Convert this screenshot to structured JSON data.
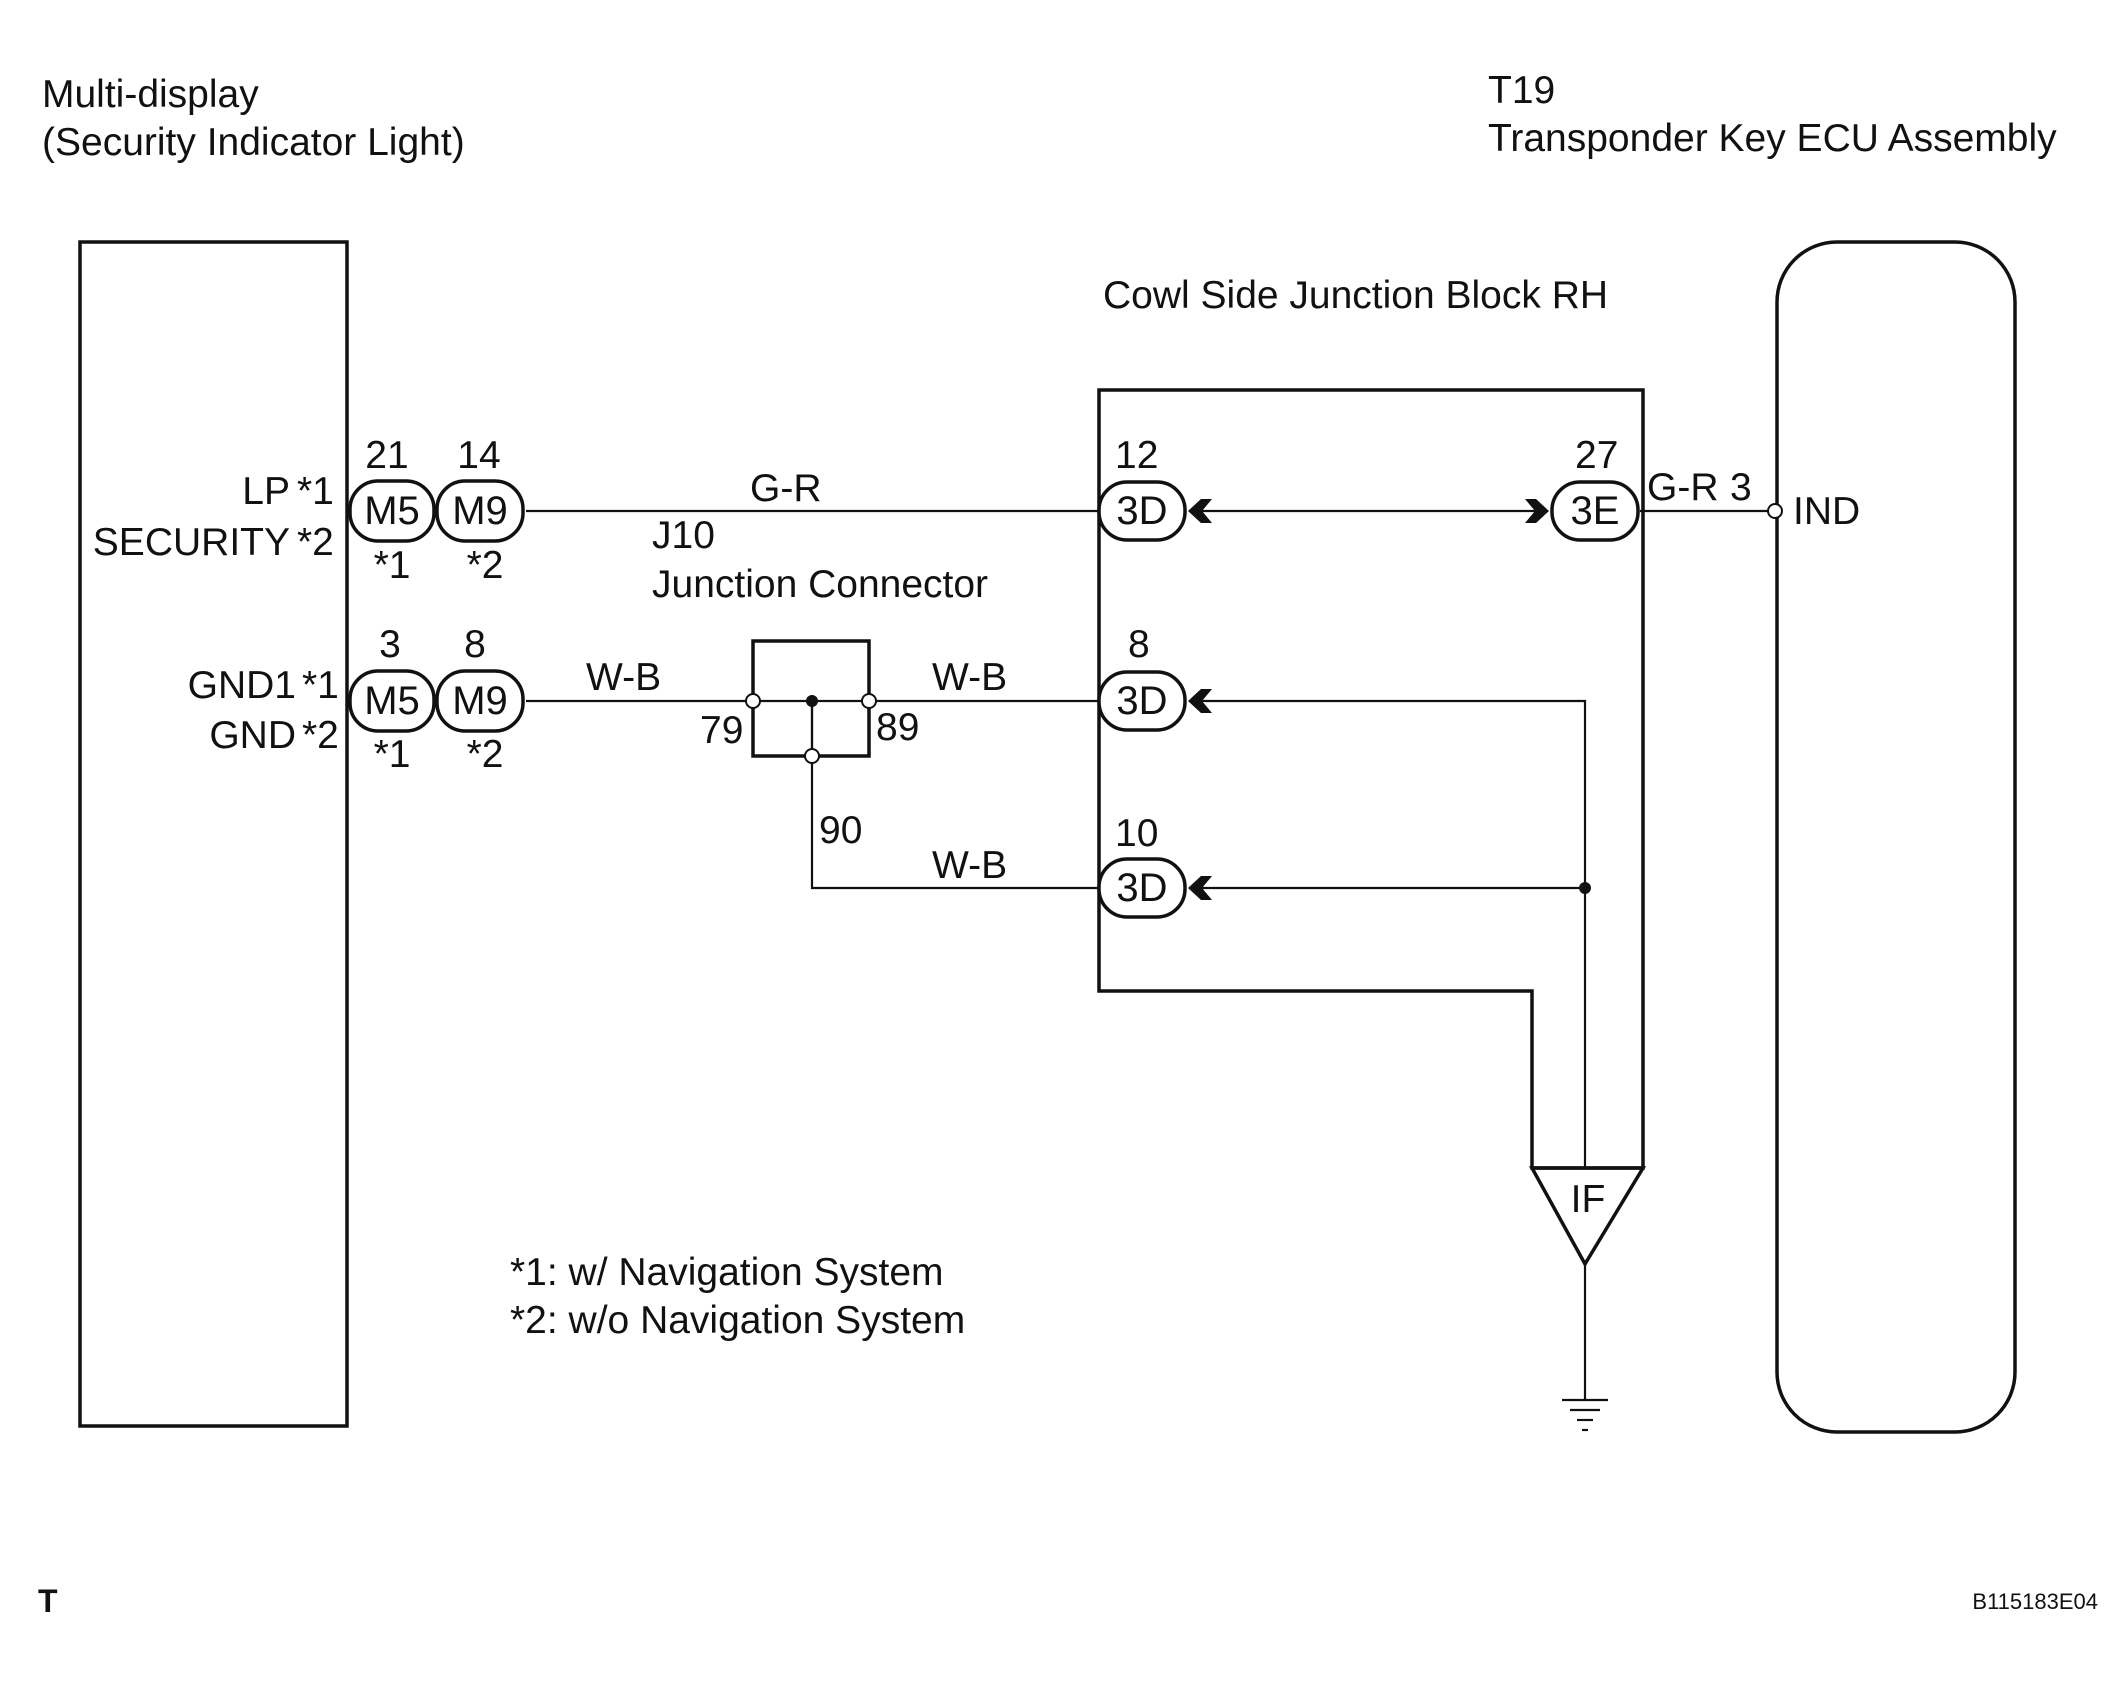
{
  "components": {
    "multi_display": {
      "line1": "Multi-display",
      "line2": "(Security Indicator Light)"
    },
    "ecu": {
      "line1": "T19",
      "line2": "Transponder Key ECU Assembly"
    },
    "junction_block": "Cowl Side Junction Block RH",
    "junction_connector": {
      "line1": "J10",
      "line2": "Junction Connector"
    }
  },
  "left_terminals": {
    "upper": {
      "name1": "LP",
      "mark1": "*1",
      "name2": "SECURITY",
      "mark2": "*2"
    },
    "lower": {
      "name1": "GND1",
      "mark1": "*1",
      "name2": "GND",
      "mark2": "*2"
    }
  },
  "left_connectors": {
    "upper": {
      "a": {
        "pin": "21",
        "label": "M5",
        "note": "*1"
      },
      "b": {
        "pin": "14",
        "label": "M9",
        "note": "*2"
      }
    },
    "lower": {
      "a": {
        "pin": "3",
        "label": "M5",
        "note": "*1"
      },
      "b": {
        "pin": "8",
        "label": "M9",
        "note": "*2"
      }
    }
  },
  "wires": {
    "gr_main": "G-R",
    "gr_ecu": "G-R",
    "wb_left": "W-B",
    "wb_right": "W-B",
    "wb_lower": "W-B"
  },
  "junction_pins": {
    "left": "79",
    "right": "89",
    "bottom": "90"
  },
  "block_connectors": {
    "c1": {
      "pin": "12",
      "label": "3D"
    },
    "c2": {
      "pin": "27",
      "label": "3E"
    },
    "c3": {
      "pin": "8",
      "label": "3D"
    },
    "c4": {
      "pin": "10",
      "label": "3D"
    }
  },
  "ecu_terminal": {
    "pin": "3",
    "name": "IND"
  },
  "ground_point": "IF",
  "notes": [
    "*1: w/ Navigation System",
    "*2: w/o Navigation System"
  ],
  "footer": {
    "left": "T",
    "right": "B115183E04"
  }
}
